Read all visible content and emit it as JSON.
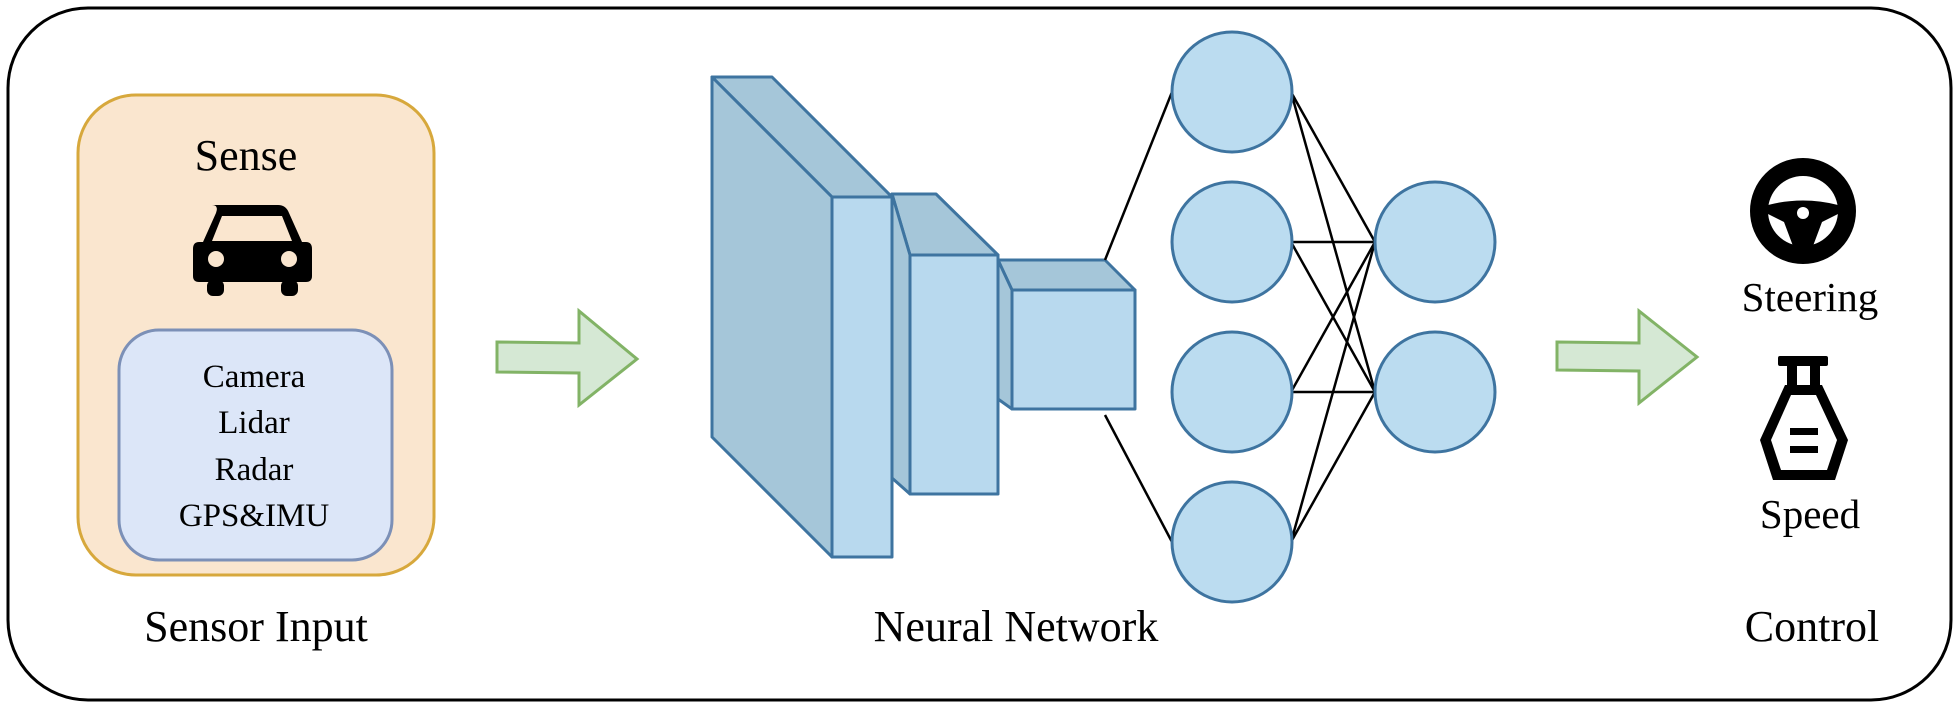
{
  "sections": {
    "sensor_input": {
      "title": "Sensor Input",
      "box_title": "Sense",
      "box_icon": "car-icon",
      "sensors": [
        "Camera",
        "Lidar",
        "Radar",
        "GPS&IMU"
      ]
    },
    "neural_network": {
      "title": "Neural Network",
      "conv_layers": 3,
      "dense_layers": [
        4,
        2
      ]
    },
    "control": {
      "title": "Control",
      "outputs": [
        {
          "label": "Steering",
          "icon": "steering-wheel-icon"
        },
        {
          "label": "Speed",
          "icon": "throttle-icon"
        }
      ]
    }
  },
  "colors": {
    "frame_stroke": "#000000",
    "sensor_fill": "#fae6cf",
    "sensor_stroke": "#d7a83c",
    "sensor_list_fill": "#dce6f8",
    "sensor_list_stroke": "#7c90b7",
    "arrow_fill": "#d5e8d4",
    "arrow_stroke": "#82b366",
    "layer_front": "#b8d9ee",
    "layer_side": "#a5c6d9",
    "layer_stroke": "#3e74a0",
    "node_fill": "#bbdcf0",
    "node_stroke": "#3e74a0"
  }
}
